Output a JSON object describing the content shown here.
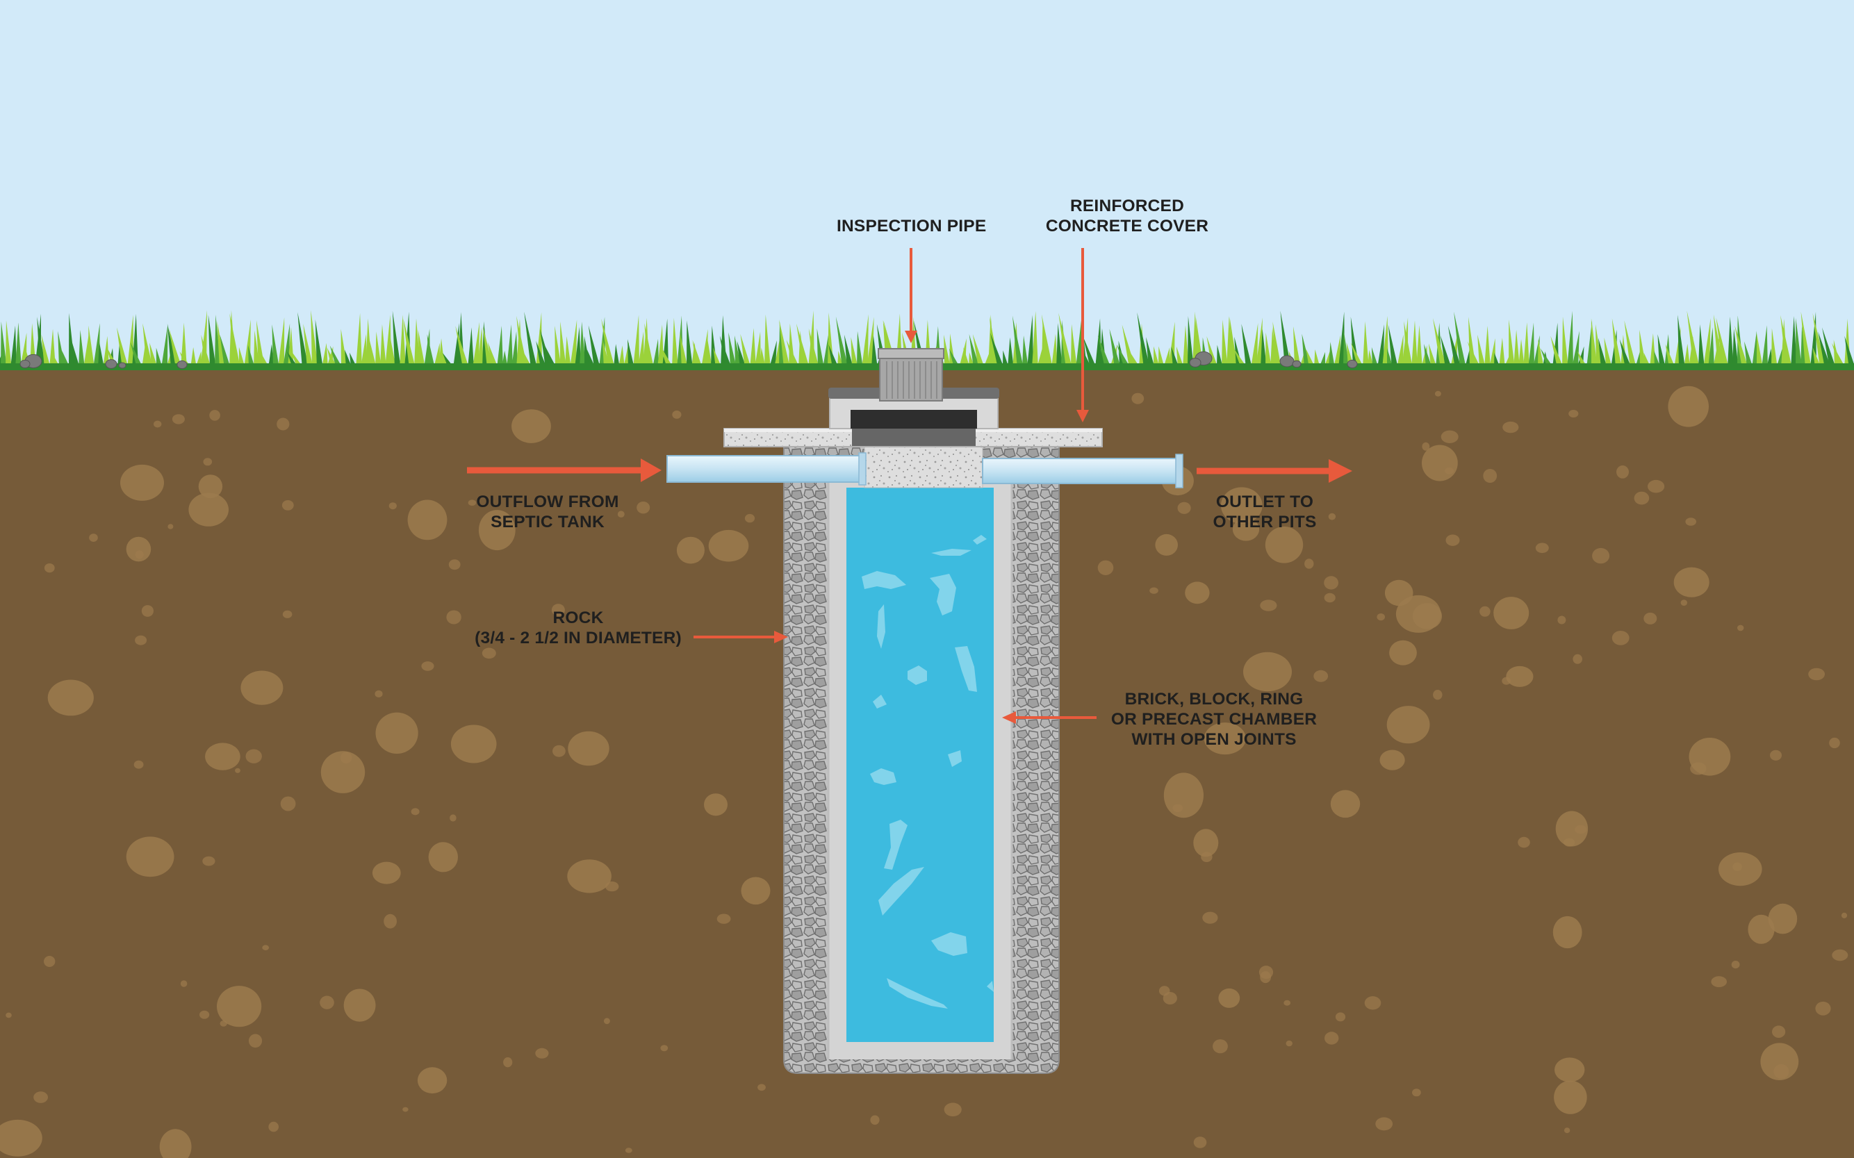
{
  "labels": {
    "inspection_pipe": [
      "INSPECTION PIPE"
    ],
    "concrete_cover": [
      "REINFORCED",
      "CONCRETE COVER"
    ],
    "outflow": [
      "OUTFLOW FROM",
      "SEPTIC TANK"
    ],
    "outlet": [
      "OUTLET TO",
      "OTHER PITS"
    ],
    "rock": [
      "ROCK",
      "(3/4 - 2 1/2 IN DIAMETER)"
    ],
    "chamber": [
      "BRICK, BLOCK, RING",
      "OR PRECAST CHAMBER",
      "WITH OPEN JOINTS"
    ]
  },
  "colors": {
    "sky": "#d2eaf9",
    "soil": "#765b39",
    "soil_stone": "#9c7b4d",
    "grass_dark": "#2f8a2f",
    "grass_light": "#9bd23a",
    "water": "#3dbbdf",
    "water_highlight": "#8fd9ee",
    "chamber_wall": "#d4d4d4",
    "rock_fill": "#b9b9b9",
    "concrete": "#e2e2e2",
    "pipe": "#cbe6f4",
    "cap": "#a9a9a9",
    "arrow": "#e85a3c"
  }
}
